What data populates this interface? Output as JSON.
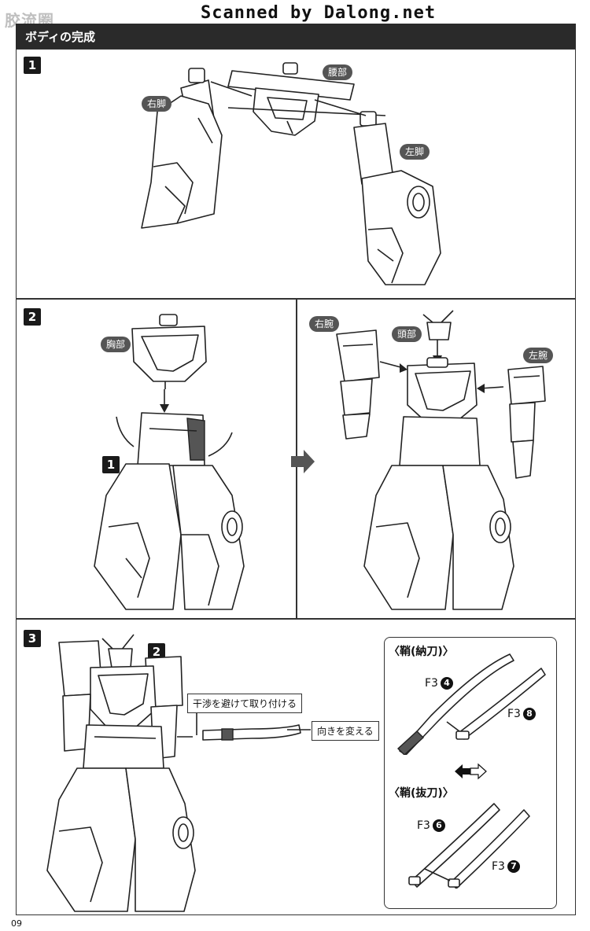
{
  "watermark": {
    "left": "胶流圈",
    "top": "Scanned by Dalong.net"
  },
  "section_title": "ボディの完成",
  "page_number": "09",
  "step1": {
    "number": "1",
    "labels": {
      "right_leg": "右脚",
      "waist": "腰部",
      "left_leg": "左脚"
    }
  },
  "step2": {
    "number": "2",
    "ref_badge": "1",
    "labels": {
      "chest": "胸部",
      "right_arm": "右腕",
      "head": "頭部",
      "left_arm": "左腕"
    }
  },
  "step3": {
    "number": "3",
    "ref_badge": "2",
    "callout_attach": "干渉を避けて取り付ける",
    "callout_direction": "向きを変える",
    "sheath_sheathed": {
      "title": "〈鞘(納刀)〉",
      "parts": [
        {
          "code": "F3",
          "num": "4"
        },
        {
          "code": "F3",
          "num": "8"
        }
      ]
    },
    "sheath_drawn": {
      "title": "〈鞘(抜刀)〉",
      "parts": [
        {
          "code": "F3",
          "num": "6"
        },
        {
          "code": "F3",
          "num": "7"
        }
      ]
    }
  }
}
